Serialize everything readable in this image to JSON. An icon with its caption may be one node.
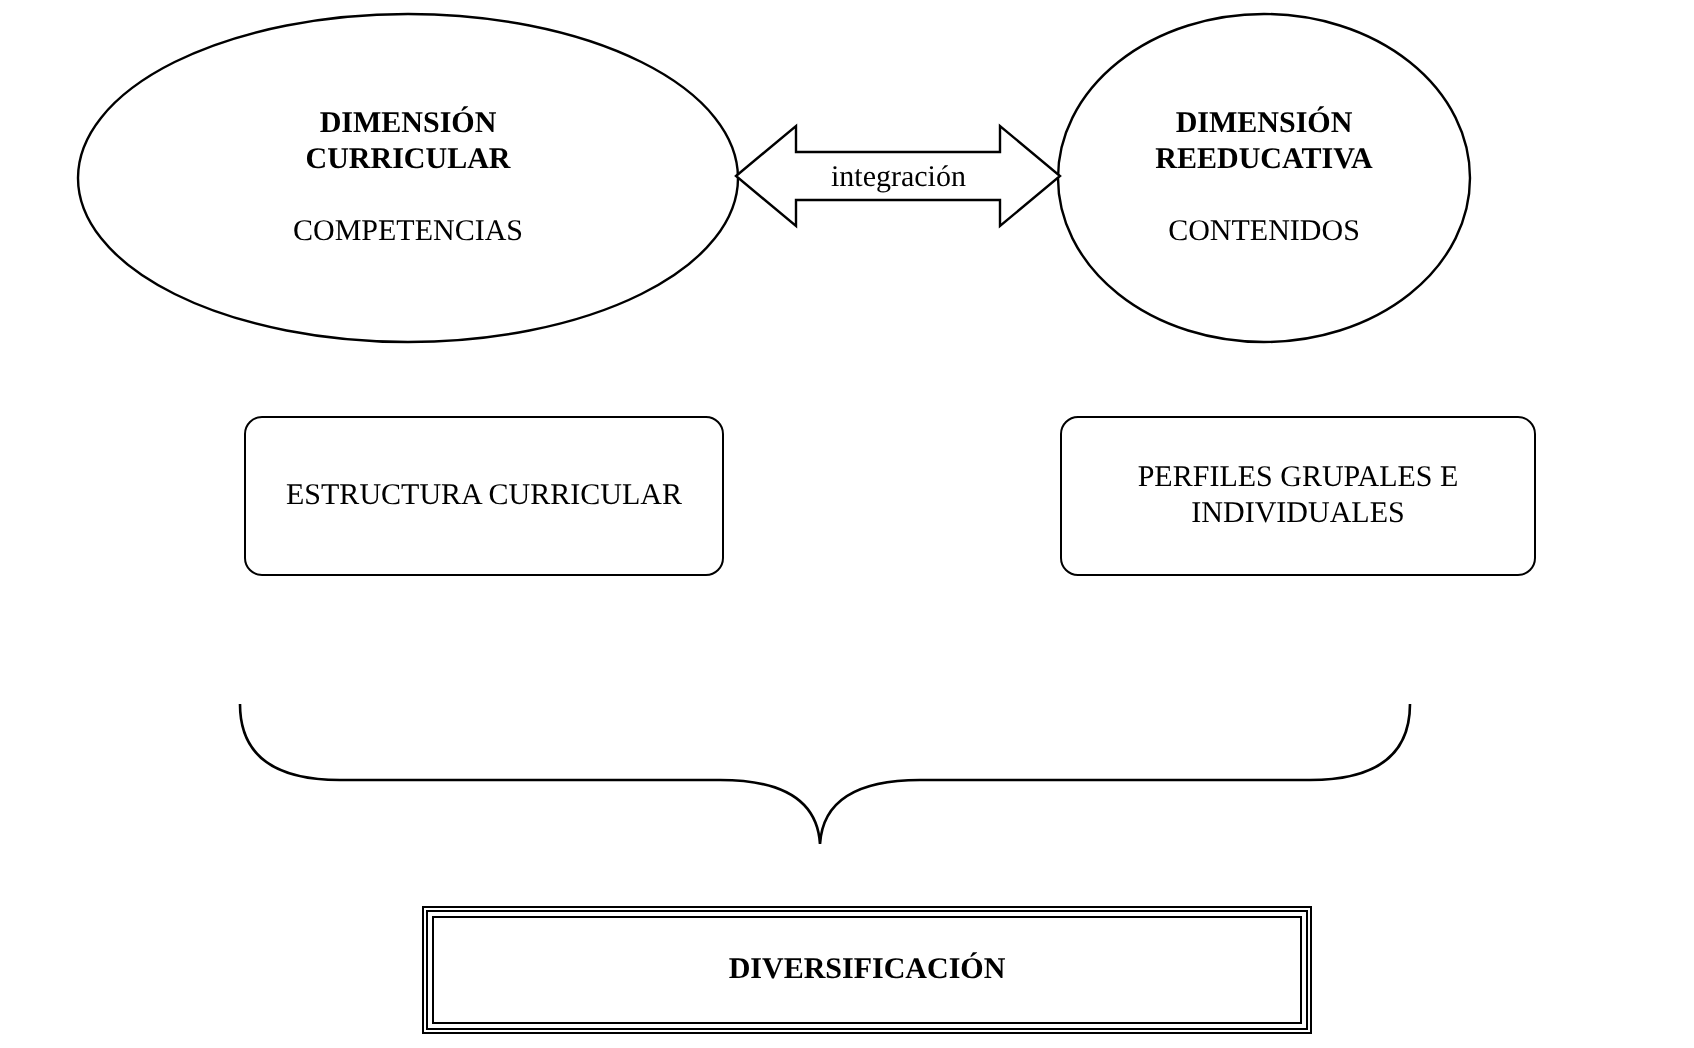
{
  "diagram": {
    "nodes": [
      {
        "text": [
          "DIMENSIÓN CURRICULAR",
          "COMPETENCIAS"
        ]
      },
      {
        "text": [
          "DIMENSIÓN REEDUCATIVA",
          "CONTENIDOS"
        ]
      },
      {
        "text": [
          "ESTRUCTURA CURRICULAR"
        ]
      },
      {
        "text": [
          "PERFILES GRUPALES E INDIVIDUALES"
        ]
      },
      {
        "text": [
          "DIVERSIFICACIÓN"
        ]
      }
    ],
    "edges": [
      {
        "from": 0,
        "to": 1,
        "arrow": "both",
        "label": "integración"
      }
    ]
  }
}
